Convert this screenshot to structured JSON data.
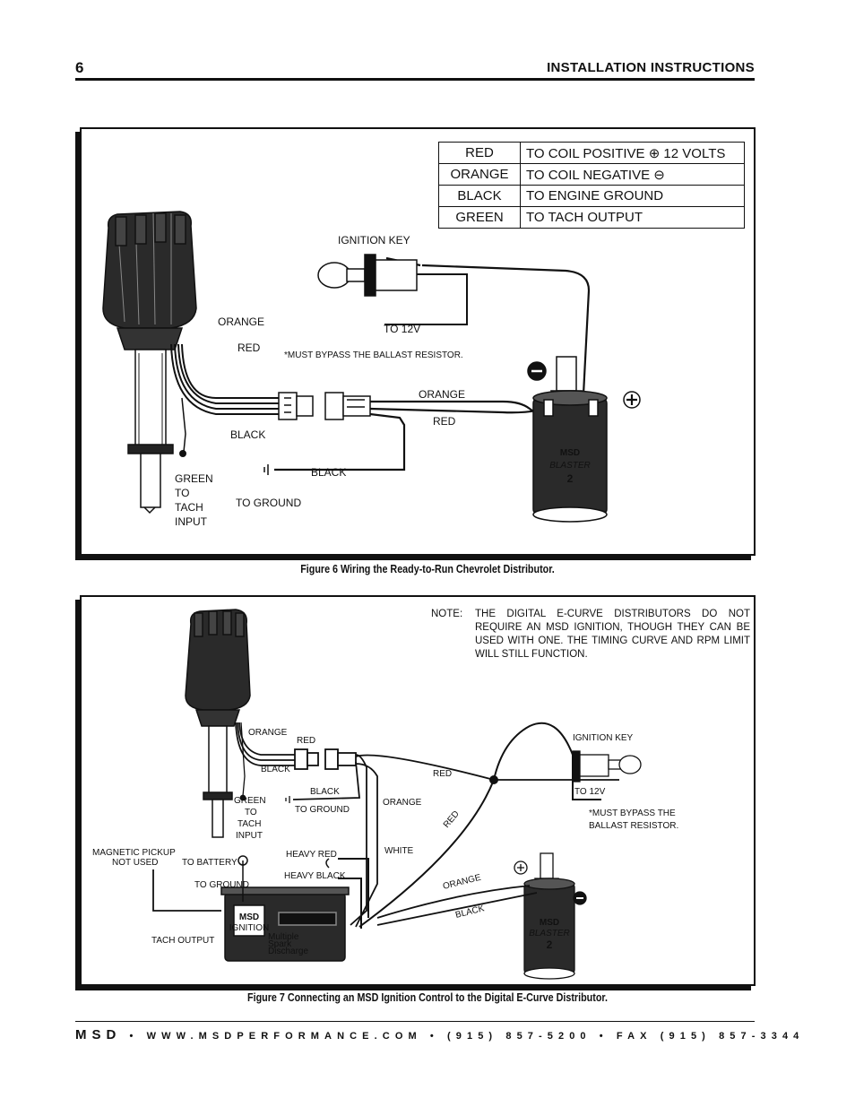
{
  "header": {
    "page_number": "6",
    "title": "INSTALLATION INSTRUCTIONS"
  },
  "figure6": {
    "caption": "Figure 6  Wiring the Ready-to-Run Chevrolet Distributor.",
    "table": [
      {
        "color": "RED",
        "destination": "TO COIL POSITIVE ⊕ 12 VOLTS"
      },
      {
        "color": "ORANGE",
        "destination": "TO COIL NEGATIVE ⊖"
      },
      {
        "color": "BLACK",
        "destination": "TO ENGINE GROUND"
      },
      {
        "color": "GREEN",
        "destination": "TO TACH OUTPUT"
      }
    ],
    "labels": {
      "ignition_key": "IGNITION KEY",
      "to_12v": "TO 12V",
      "orange": "ORANGE",
      "red": "RED",
      "bypass": "*MUST BYPASS THE BALLAST RESISTOR.",
      "orange_wire": "ORANGE",
      "red_wire": "RED",
      "black": "BLACK",
      "black_wire": "BLACK",
      "green_tach": [
        "GREEN",
        "TO",
        "TACH",
        "INPUT"
      ],
      "to_ground": "TO GROUND",
      "coil_brand": "MSD",
      "coil_model": "BLASTER",
      "coil_num": "2"
    }
  },
  "figure7": {
    "caption": "Figure 7 Connecting an MSD Ignition Control to the Digital E-Curve Distributor.",
    "note_lead": "NOTE:",
    "note_body": "THE DIGITAL E-CURVE DISTRIBUTORS DO NOT REQUIRE AN MSD IGNITION, THOUGH THEY CAN BE USED WITH ONE. THE TIMING CURVE AND RPM LIMIT WILL STILL FUNCTION.",
    "labels": {
      "orange": "ORANGE",
      "red": "RED",
      "black": "BLACK",
      "green_tach": [
        "GREEN",
        "TO",
        "TACH",
        "INPUT"
      ],
      "black2": "BLACK",
      "to_ground": "TO GROUND",
      "red_wire": "RED",
      "orange_wire": "ORANGE",
      "white": "WHITE",
      "red_diag": "RED",
      "ignition_key": "IGNITION KEY",
      "to_12v": "TO 12V",
      "bypass": [
        "*MUST BYPASS THE",
        "BALLAST RESISTOR."
      ],
      "mag_pickup": [
        "MAGNETIC PICKUP",
        "NOT USED"
      ],
      "to_battery": "TO BATTERY",
      "heavy_red": "HEAVY RED",
      "heavy_black": "HEAVY BLACK",
      "to_ground2": "TO GROUND",
      "tach_output": "TACH OUTPUT",
      "orange_coil": "ORANGE",
      "black_coil": "BLACK",
      "box_brand": "MSD",
      "box_sub": "IGNITION",
      "box_text": [
        "Multiple",
        "Spark",
        "Discharge"
      ],
      "coil_brand": "MSD",
      "coil_model": "BLASTER",
      "coil_num": "2"
    }
  },
  "footer": {
    "brand": "MSD",
    "website": "WWW.MSDPERFORMANCE.COM",
    "phone": "(915) 857-5200",
    "fax": "FAX (915) 857-3344"
  }
}
